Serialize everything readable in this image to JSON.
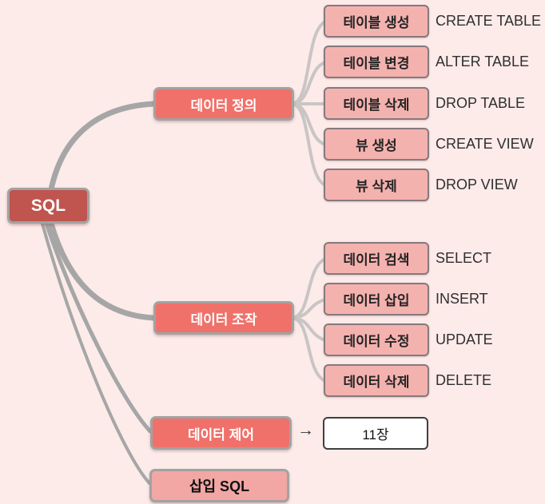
{
  "diagram": {
    "title_hint": "SQL statement categories mind map",
    "root": {
      "label": "SQL"
    },
    "branches": [
      {
        "label": "데이터 정의",
        "children": [
          {
            "label": "테이블 생성",
            "note": "CREATE TABLE"
          },
          {
            "label": "테이블 변경",
            "note": "ALTER TABLE"
          },
          {
            "label": "테이블 삭제",
            "note": "DROP TABLE"
          },
          {
            "label": "뷰 생성",
            "note": "CREATE VIEW"
          },
          {
            "label": "뷰 삭제",
            "note": "DROP VIEW"
          }
        ]
      },
      {
        "label": "데이터 조작",
        "children": [
          {
            "label": "데이터 검색",
            "note": "SELECT"
          },
          {
            "label": "데이터 삽입",
            "note": "INSERT"
          },
          {
            "label": "데이터 수정",
            "note": "UPDATE"
          },
          {
            "label": "데이터 삭제",
            "note": "DELETE"
          }
        ]
      },
      {
        "label": "데이터 제어",
        "arrow": "→",
        "target": {
          "label": "11장"
        }
      },
      {
        "label": "삽입 SQL"
      }
    ],
    "colors": {
      "background": "#fcebe9",
      "root_fill": "#c0544f",
      "branch_fill": "#f0716a",
      "leaf_fill": "#f4b2af",
      "embedded_fill": "#f2a7a4",
      "chapter_fill": "#ffffff",
      "node_border_gray": "#a2a2a2",
      "leaf_border": "#85797c",
      "thick_wire": "#a6a6a6",
      "thin_wire": "#c9c5c5"
    }
  }
}
